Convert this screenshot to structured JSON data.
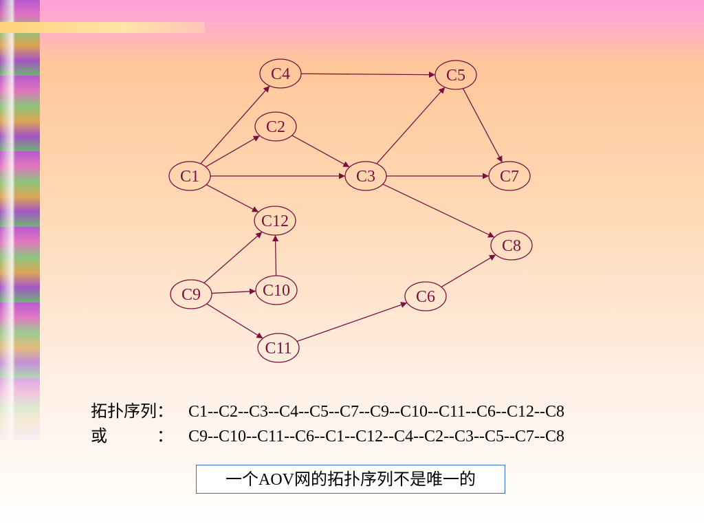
{
  "graph": {
    "nodes": [
      {
        "id": "C1",
        "label": "C1"
      },
      {
        "id": "C2",
        "label": "C2"
      },
      {
        "id": "C3",
        "label": "C3"
      },
      {
        "id": "C4",
        "label": "C4"
      },
      {
        "id": "C5",
        "label": "C5"
      },
      {
        "id": "C6",
        "label": "C6"
      },
      {
        "id": "C7",
        "label": "C7"
      },
      {
        "id": "C8",
        "label": "C8"
      },
      {
        "id": "C9",
        "label": "C9"
      },
      {
        "id": "C10",
        "label": "C10"
      },
      {
        "id": "C11",
        "label": "C11"
      },
      {
        "id": "C12",
        "label": "C12"
      }
    ],
    "edges": [
      {
        "from": "C1",
        "to": "C4"
      },
      {
        "from": "C1",
        "to": "C2"
      },
      {
        "from": "C1",
        "to": "C3"
      },
      {
        "from": "C1",
        "to": "C12"
      },
      {
        "from": "C2",
        "to": "C3"
      },
      {
        "from": "C4",
        "to": "C5"
      },
      {
        "from": "C3",
        "to": "C5"
      },
      {
        "from": "C3",
        "to": "C7"
      },
      {
        "from": "C3",
        "to": "C8"
      },
      {
        "from": "C5",
        "to": "C7"
      },
      {
        "from": "C9",
        "to": "C12"
      },
      {
        "from": "C9",
        "to": "C10"
      },
      {
        "from": "C9",
        "to": "C11"
      },
      {
        "from": "C10",
        "to": "C12"
      },
      {
        "from": "C11",
        "to": "C6"
      },
      {
        "from": "C6",
        "to": "C8"
      }
    ]
  },
  "sequences": {
    "line1_prefix": "拓扑序列：",
    "line1": "C1--C2--C3--C4--C5--C7--C9--C10--C11--C6--C12--C8",
    "line2_prefix": "或　　　：",
    "line2": "C9--C10--C11--C6--C1--C12--C4--C2--C3--C5--C7--C8"
  },
  "note": "一个AOV网的拓扑序列不是唯一的",
  "colors": {
    "node": "#7a1040",
    "note_border": "#3070c0"
  }
}
